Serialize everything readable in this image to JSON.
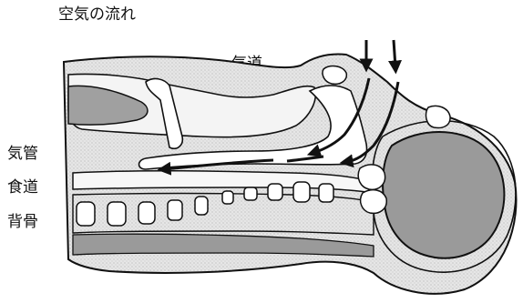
{
  "labels": {
    "title": "空気の流れ",
    "airway": "気道",
    "trachea": "気管",
    "esophagus": "食道",
    "spine": "背骨"
  },
  "colors": {
    "tissue": "#e2e2e2",
    "dark": "#9a9a9a",
    "stroke": "#111111",
    "bone": "#ffffff"
  }
}
